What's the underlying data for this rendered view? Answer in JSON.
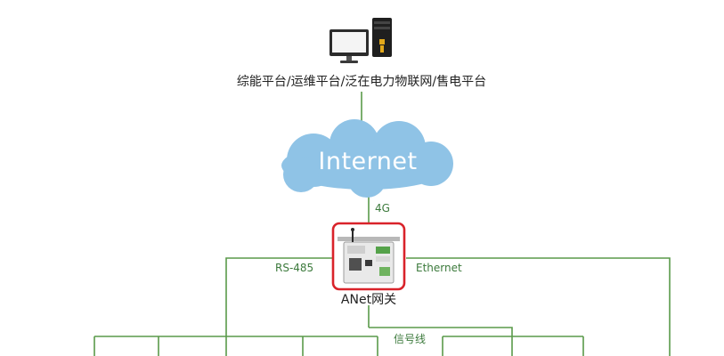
{
  "platform": {
    "label": "综能平台/运维平台/泛在电力物联网/售电平台",
    "icon": "computer-workstation-icon"
  },
  "cloud": {
    "label": "Internet",
    "icon": "cloud-icon",
    "color": "#8fc3e6"
  },
  "links": {
    "uplink_label": "4G",
    "left_label": "RS-485",
    "right_label": "Ethernet",
    "bottom_label": "信号线",
    "line_color": "#5a9a4a"
  },
  "gateway": {
    "label": "ANet网关",
    "icon": "gateway-device-icon",
    "highlight_color": "#d9232a"
  }
}
